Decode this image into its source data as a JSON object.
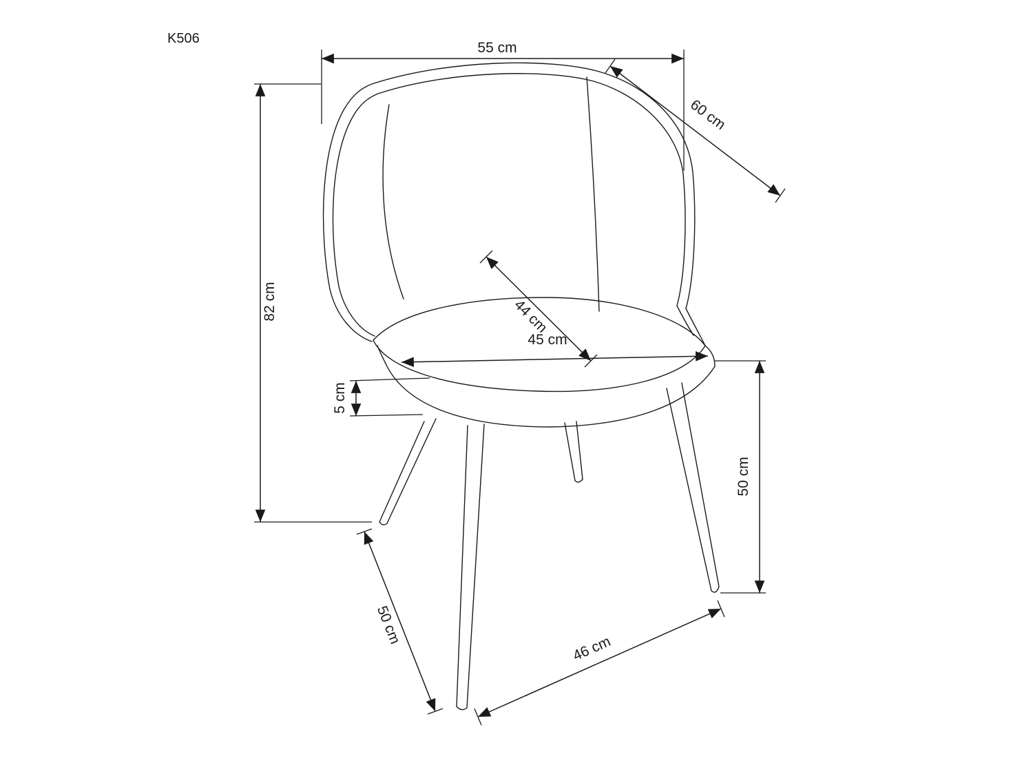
{
  "model": "K506",
  "colors": {
    "line": "#1a1a1a",
    "background": "#ffffff"
  },
  "dimensions": {
    "top_width": "55 cm",
    "backrest_diagonal": "60 cm",
    "total_height": "82 cm",
    "seat_depth": "44 cm",
    "seat_width": "45 cm",
    "seat_thickness": "5 cm",
    "leg_height_right": "50 cm",
    "leg_height_front": "50 cm",
    "base_width": "46 cm"
  }
}
